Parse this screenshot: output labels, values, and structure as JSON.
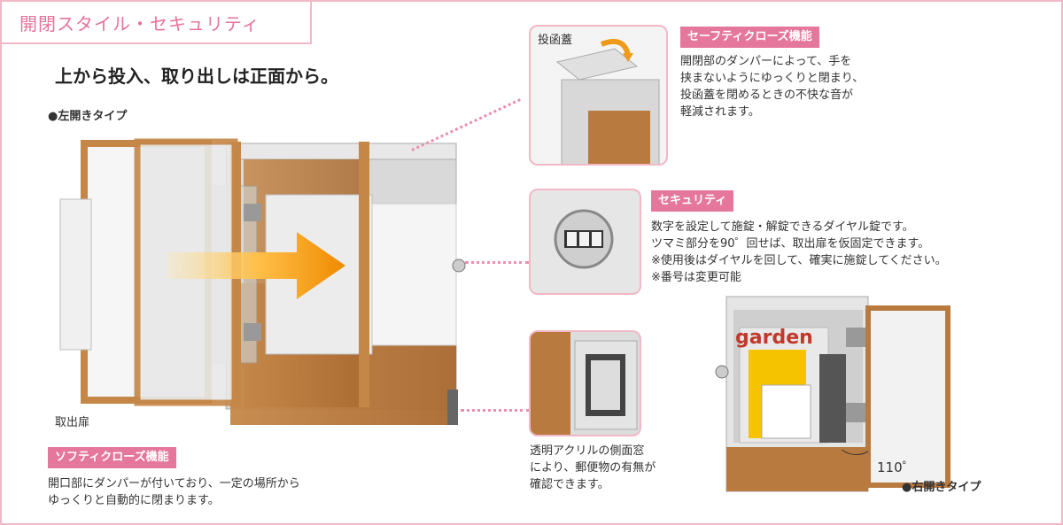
{
  "title": "開閉スタイル・セキュリティ",
  "headline": "上から投入、取り出しは正面から。",
  "left_type": "●左開きタイプ",
  "door_label": "取出扉",
  "soft_close": {
    "label": "ソフティクローズ機能",
    "line1": "開口部にダンパーが付いており、一定の場所から",
    "line2": "ゆっくりと自動的に閉まります。"
  },
  "lid_inset": {
    "label": "投函蓋"
  },
  "safety_close": {
    "label": "セーフティクローズ機能",
    "lines": [
      "開閉部のダンパーによって、手を",
      "挟まないようにゆっくりと閉まり、",
      "投函蓋を閉めるときの不快な音が",
      "軽減されます。"
    ]
  },
  "security": {
    "label": "セキュリティ",
    "lines": [
      "数字を設定して施錠・解錠できるダイヤル錠です。",
      "ツマミ部分を90゜回せば、取出扉を仮固定できます。",
      "※使用後はダイヤルを回して、確実に施錠してください。",
      "※番号は変更可能"
    ]
  },
  "window": {
    "lines": [
      "透明アクリルの側面窓",
      "により、郵便物の有無が",
      "確認できます。"
    ]
  },
  "angle": "110゜",
  "right_type": "●右開きタイプ",
  "magazine": "garden",
  "colors": {
    "accent": "#e5779d",
    "border": "#f2b8c6",
    "wood": "#b87a3f"
  }
}
